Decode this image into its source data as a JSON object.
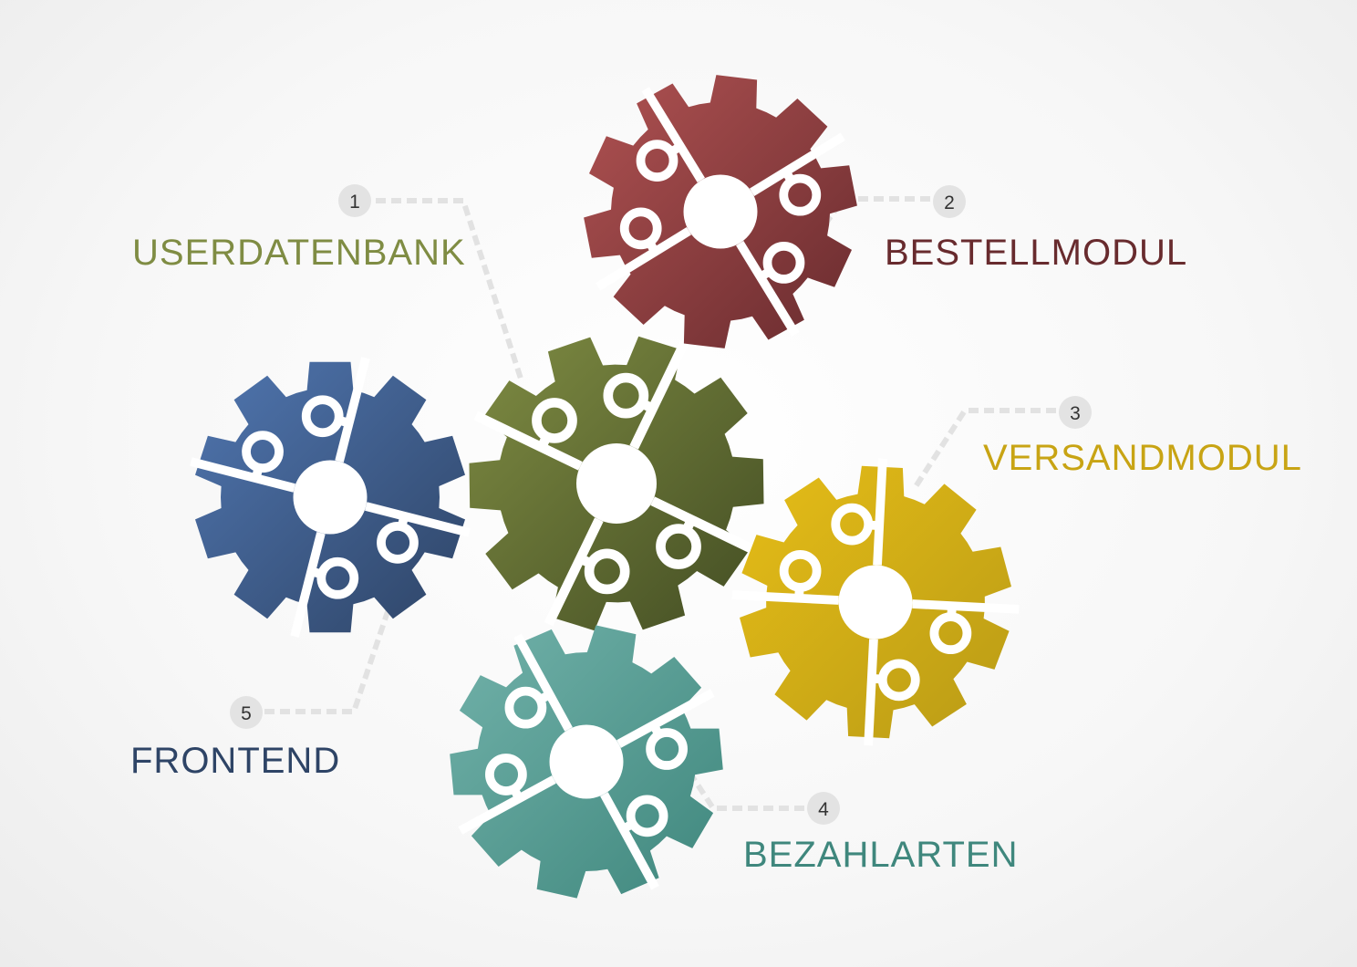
{
  "modules": [
    {
      "number": "1",
      "label": "USERDATENBANK",
      "light": "#7f8c43",
      "dark": "#434d23"
    },
    {
      "number": "2",
      "label": "BESTELLMODUL",
      "light": "#b05252",
      "dark": "#682b2e"
    },
    {
      "number": "3",
      "label": "VERSANDMODUL",
      "light": "#e6bd17",
      "dark": "#b99b16"
    },
    {
      "number": "4",
      "label": "BEZAHLARTEN",
      "light": "#72b2aa",
      "dark": "#3f877d"
    },
    {
      "number": "5",
      "label": "FRONTEND",
      "light": "#5076b0",
      "dark": "#2e4466"
    }
  ],
  "colors": {
    "badge": "#e3e3e3",
    "leader": "#e2e2e2",
    "seam": "#ffffff"
  }
}
